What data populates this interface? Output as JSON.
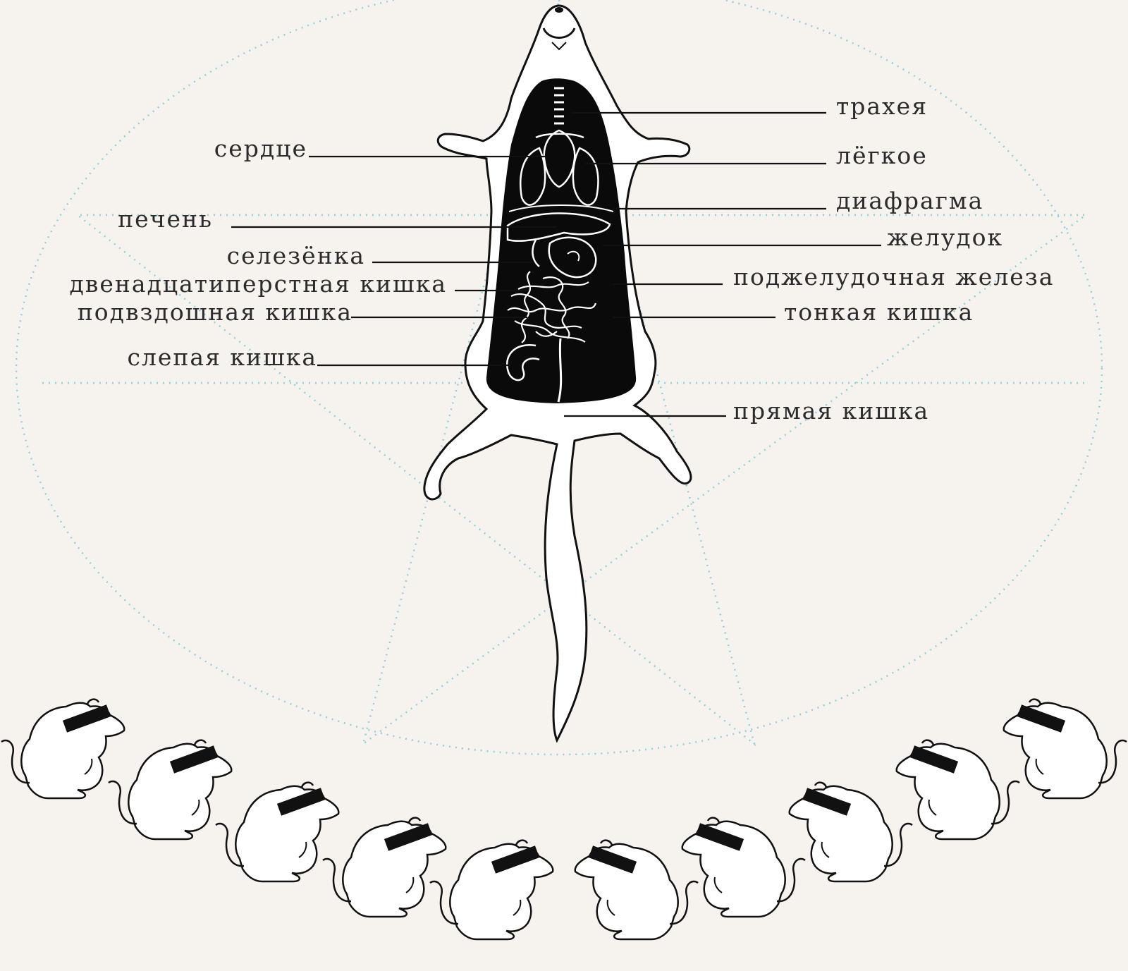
{
  "labels": {
    "left": {
      "heart": "сердце",
      "liver": "печень",
      "spleen": "селезёнка",
      "duodenum": "двенадцатиперстная кишка",
      "ileum": "подвздошная кишка",
      "cecum": "слепая кишка"
    },
    "right": {
      "trachea": "трахея",
      "lung": "лёгкое",
      "diaphragm": "диафрагма",
      "stomach": "желудок",
      "pancreas": "поджелудочная железа",
      "small_intestine": "тонкая кишка",
      "rectum": "прямая кишка"
    }
  },
  "colors": {
    "background": "#f6f3ee",
    "ink": "#111111",
    "dotted_guides": "#8fd0df"
  },
  "icons": {
    "central": "dissected-rat-figure",
    "circle_members": "blindfolded-mouse-icon"
  }
}
